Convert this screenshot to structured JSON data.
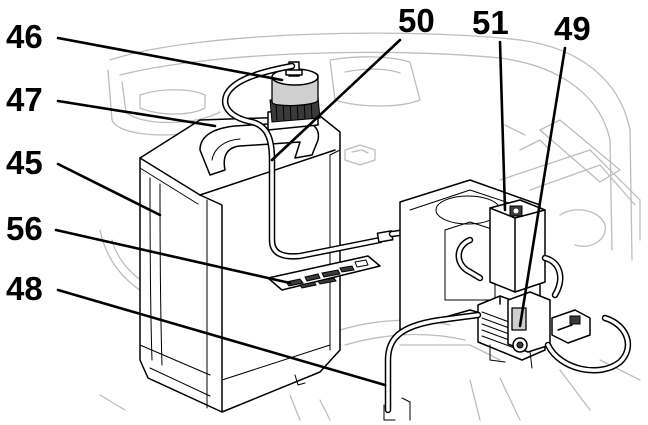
{
  "callouts": {
    "c46": "46",
    "c47": "47",
    "c45": "45",
    "c56": "56",
    "c48": "48",
    "c50": "50",
    "c51": "51",
    "c49": "49"
  }
}
